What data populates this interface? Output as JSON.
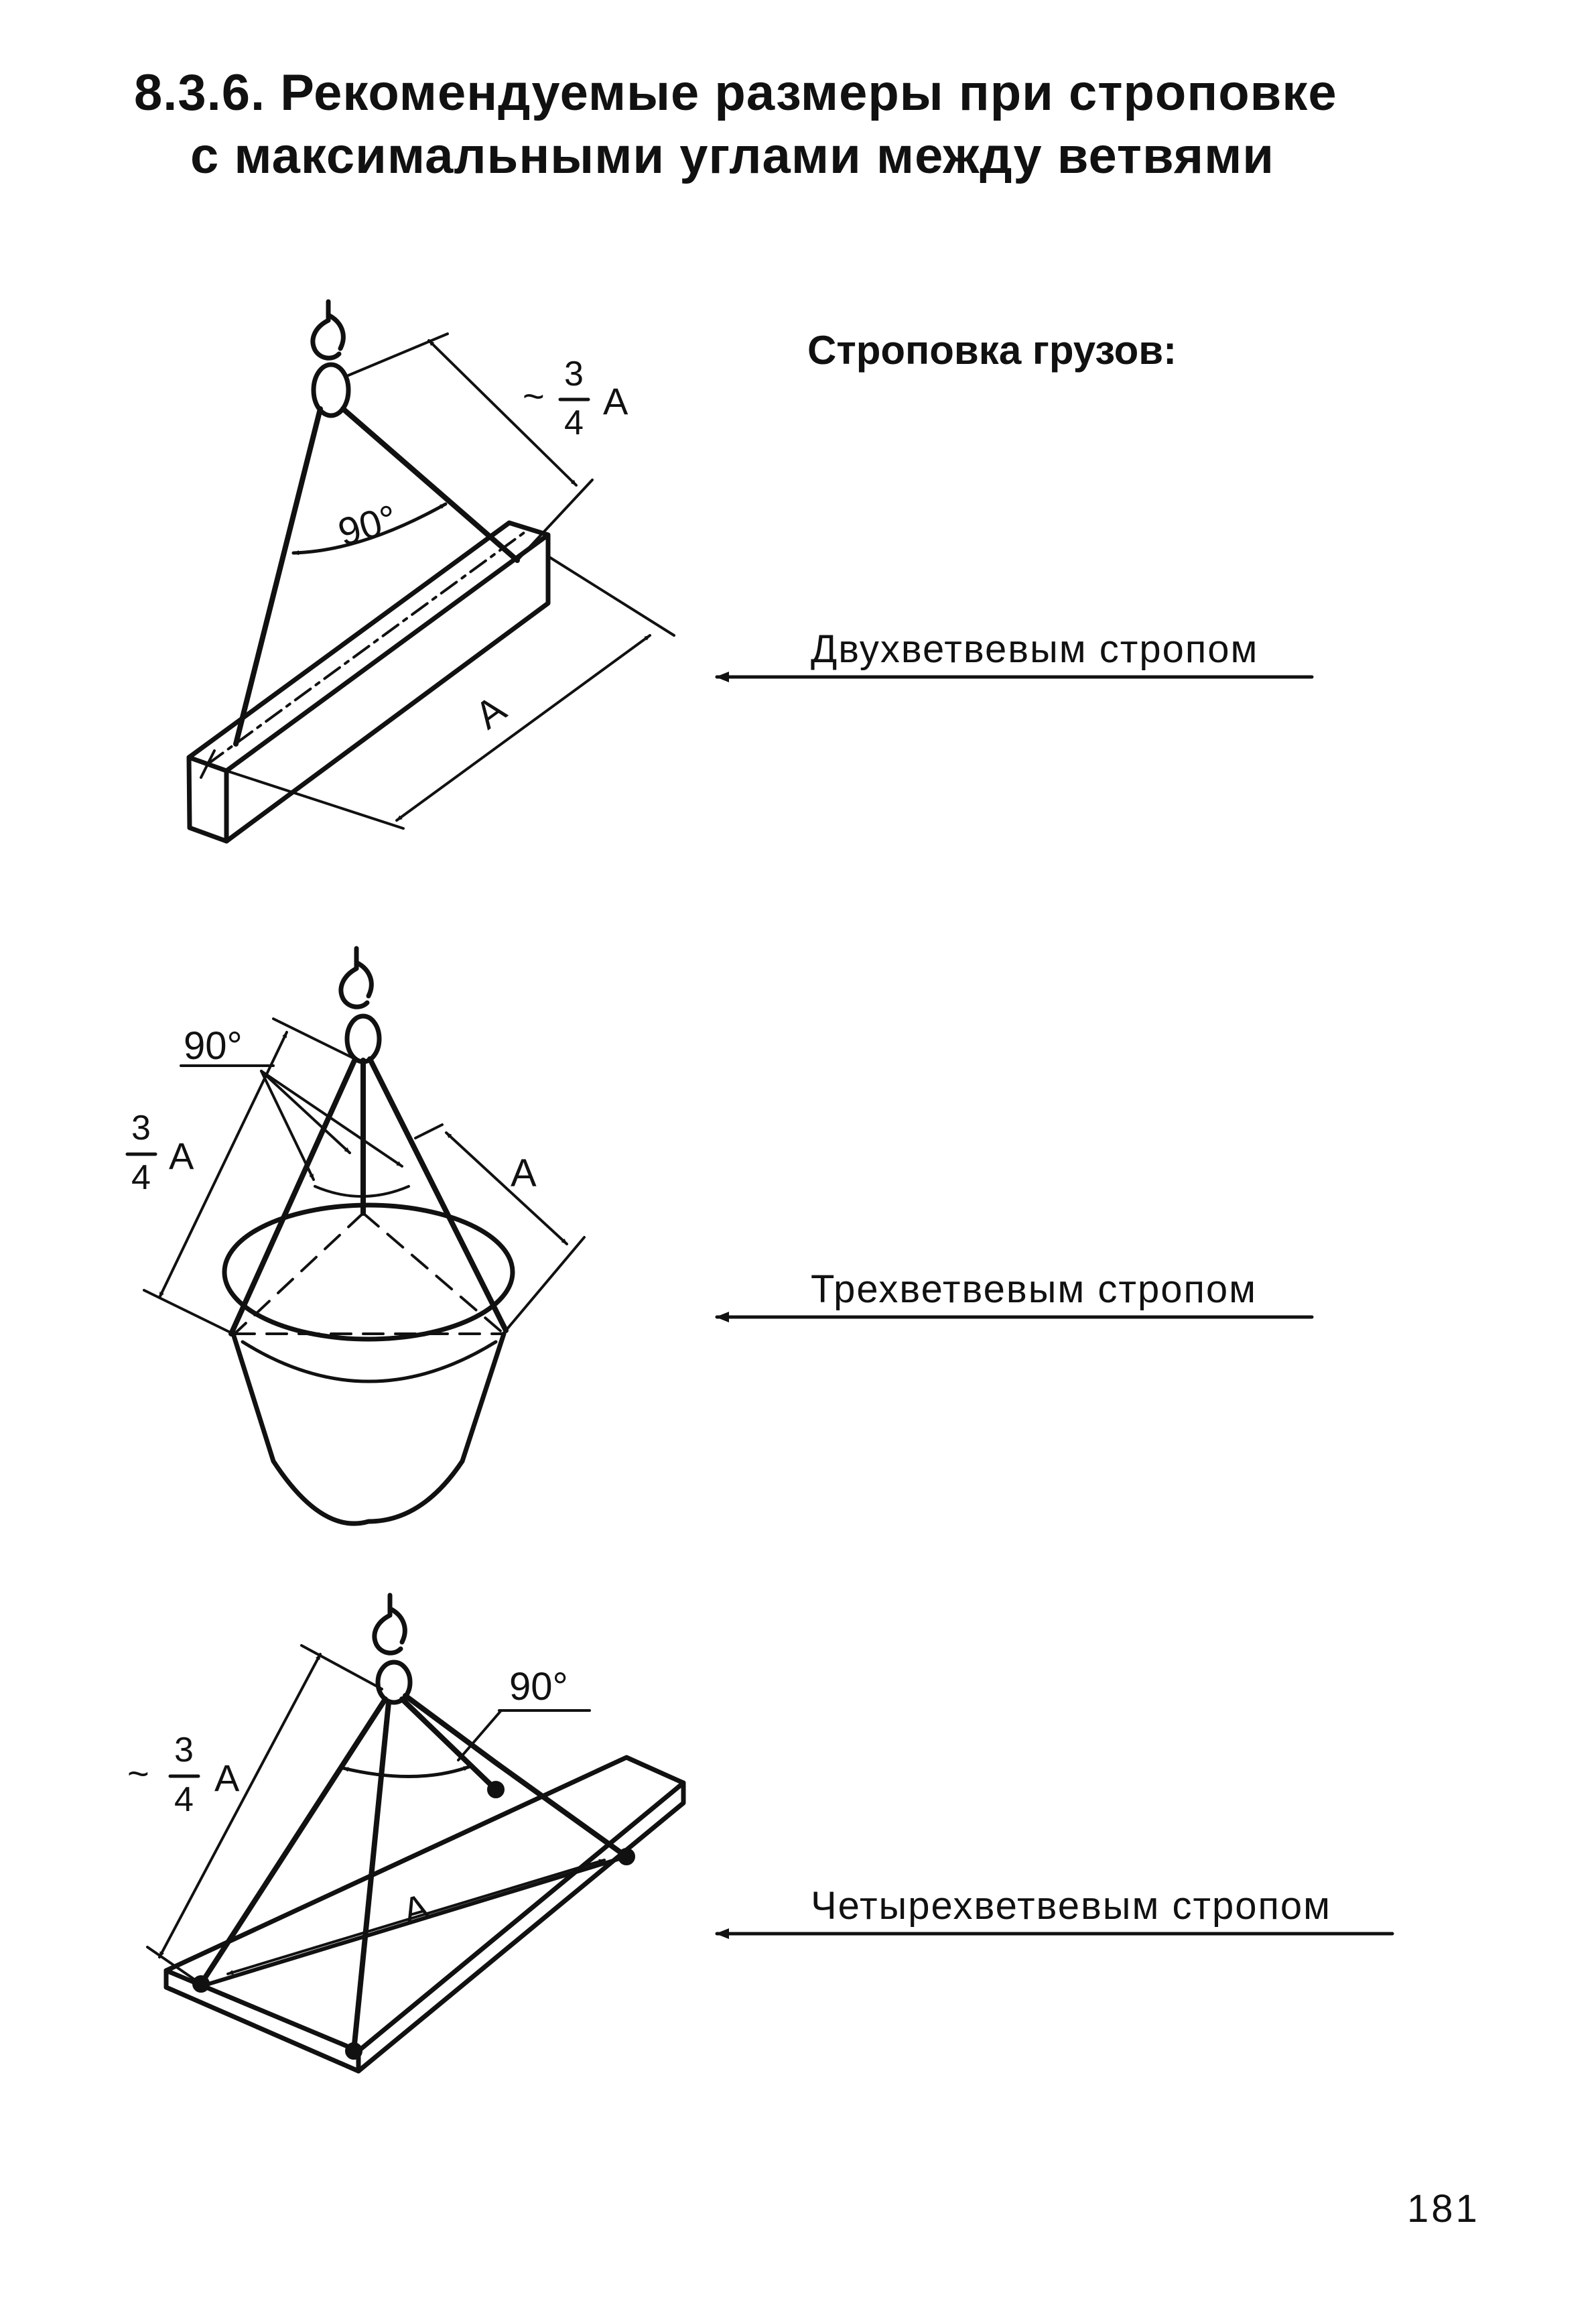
{
  "header": {
    "title_line1": "8.3.6. Рекомендуемые размеры при строповке",
    "title_line2": "с максимальными углами между ветвями",
    "subtitle": "Строповка грузов:"
  },
  "figures": [
    {
      "caption": "Двухветвевым стропом",
      "angle_label": "90°",
      "dim_short": {
        "approx": "~",
        "num": "3",
        "den": "4",
        "letter": "A"
      },
      "dim_long": "A"
    },
    {
      "caption": "Трехветвевым стропом",
      "angle_label": "90°",
      "dim_short": {
        "num": "3",
        "den": "4",
        "letter": "A"
      },
      "dim_long": "A"
    },
    {
      "caption": "Четырехветвевым стропом",
      "angle_label": "90°",
      "dim_short": {
        "approx": "~",
        "num": "3",
        "den": "4",
        "letter": "A"
      },
      "dim_long": "A"
    }
  ],
  "footer": {
    "page_number": "181"
  }
}
